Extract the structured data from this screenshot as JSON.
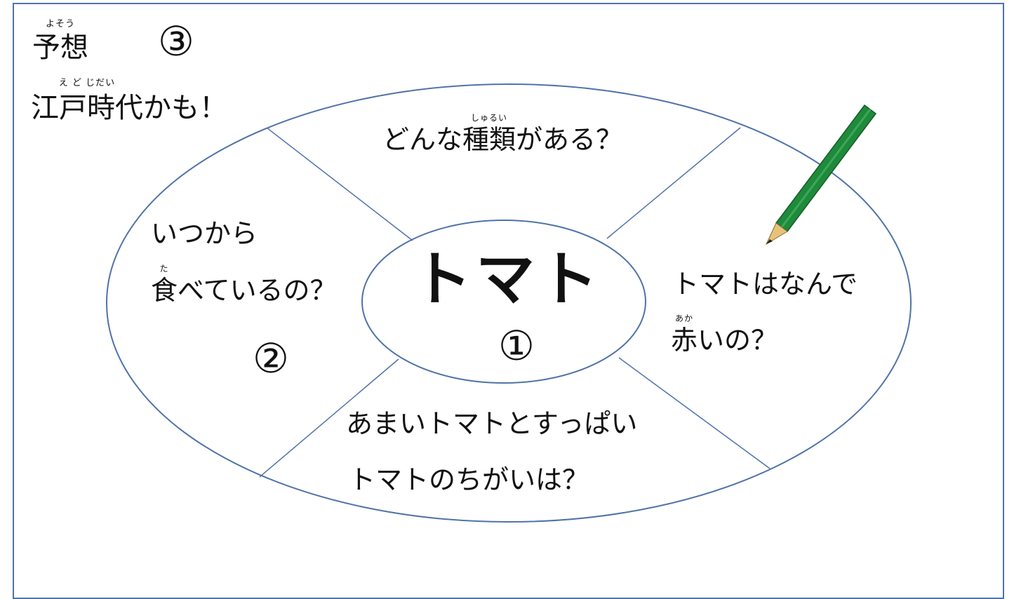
{
  "prediction": {
    "heading": "予想",
    "heading_ruby": "よそう",
    "number": "③",
    "line_ruby_word": "江戸時代",
    "line_ruby": "え ど じだい",
    "line_rest": "かも！"
  },
  "center": {
    "label": "トマト"
  },
  "markers": {
    "one": "①",
    "two": "②"
  },
  "questions": {
    "top": {
      "before": "どんな",
      "ruby_word": "種類",
      "ruby": "しゅるい",
      "after": "がある？"
    },
    "left": {
      "line1": "いつから",
      "ruby_word": "食",
      "ruby": "た",
      "line2_rest": "べているの？"
    },
    "right": {
      "line1": "トマトはなんで",
      "ruby_word": "赤",
      "ruby": "あか",
      "line2_rest": "いの？"
    },
    "bottom": {
      "line1": "あまいトマトとすっぱい",
      "line2": "トマトのちがいは？"
    }
  },
  "colors": {
    "lines": "#4f73a8",
    "pencil_body": "#1f8a3a",
    "pencil_wood": "#e7c27a"
  },
  "icons": [
    "pencil-icon"
  ]
}
